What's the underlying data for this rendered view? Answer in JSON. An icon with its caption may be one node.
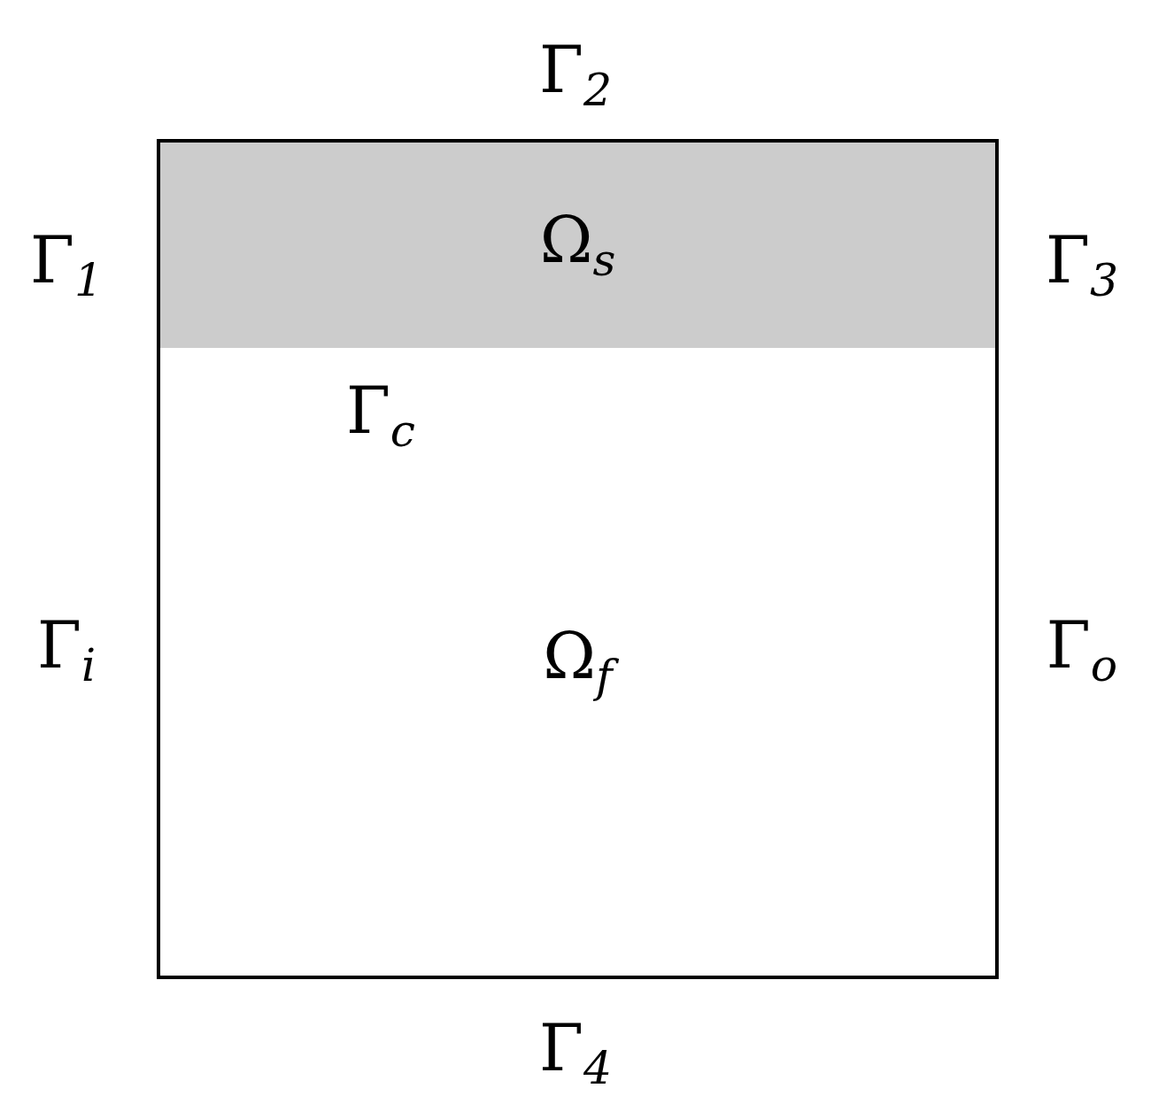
{
  "diagram": {
    "nodes": [
      {
        "text": [
          "Ω$_{s}$"
        ]
      },
      {
        "text": [
          "Ω$_{f}$"
        ]
      }
    ],
    "labels": [
      "Γ$_{2}$",
      "Γ$_{1}$",
      "Γ$_{3}$",
      "Γ$_{c}$",
      "Γ$_{i}$",
      "Γ$_{o}$",
      "Γ$_{4}$"
    ]
  }
}
